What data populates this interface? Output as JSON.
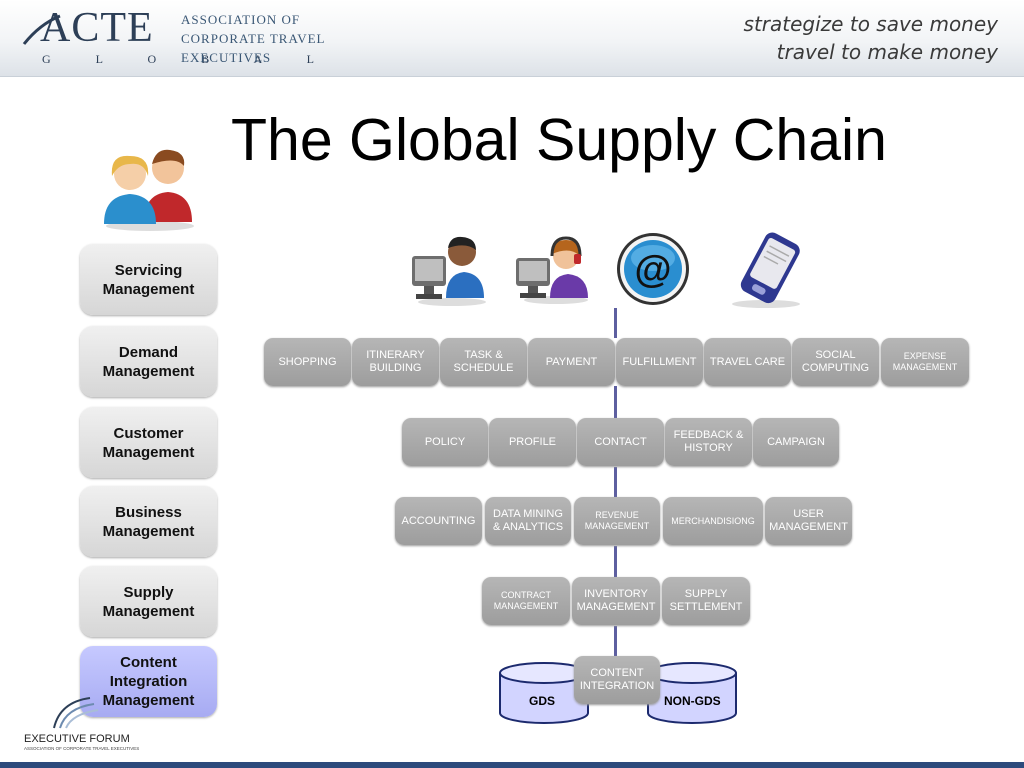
{
  "header": {
    "logo_main": "ACTE",
    "logo_sub": "G L O B A L",
    "association_lines": [
      "ASSOCIATION OF",
      "CORPORATE TRAVEL",
      "EXECUTIVES"
    ],
    "tagline_lines": [
      "strategize to save money",
      "travel to make money"
    ]
  },
  "title": "The Global Supply Chain",
  "sidebar": [
    {
      "label": "Servicing\nManagement",
      "active": false
    },
    {
      "label": "Demand\nManagement",
      "active": false
    },
    {
      "label": "Customer\nManagement",
      "active": false
    },
    {
      "label": "Business\nManagement",
      "active": false
    },
    {
      "label": "Supply\nManagement",
      "active": false
    },
    {
      "label": "Content\nIntegration\nManagement",
      "active": true
    }
  ],
  "rows": [
    [
      "SHOPPING",
      "ITINERARY\nBUILDING",
      "TASK &\nSCHEDULE",
      "PAYMENT",
      "FULFILLMENT",
      "TRAVEL CARE",
      "SOCIAL\nCOMPUTING",
      "EXPENSE\nMANAGEMENT"
    ],
    [
      "POLICY",
      "PROFILE",
      "CONTACT",
      "FEEDBACK &\nHISTORY",
      "CAMPAIGN"
    ],
    [
      "ACCOUNTING",
      "DATA MINING\n& ANALYTICS",
      "REVENUE\nMANAGEMENT",
      "MERCHANDISIONG",
      "USER\nMANAGEMENT"
    ],
    [
      "CONTRACT\nMANAGEMENT",
      "INVENTORY\nMANAGEMENT",
      "SUPPLY\nSETTLEMENT"
    ],
    [
      "CONTENT\nINTEGRATION"
    ]
  ],
  "databases": {
    "left": "GDS",
    "right": "NON-GDS"
  },
  "channel_icons": [
    "agent-computer-icon",
    "call-center-icon",
    "at-email-icon",
    "mobile-device-icon"
  ],
  "footer": {
    "name": "EXECUTIVE FORUM",
    "sub": "ASSOCIATION OF CORPORATE TRAVEL EXECUTIVES"
  },
  "colors": {
    "box": "#a6a6a6",
    "active_side": "#b7baf7",
    "connector": "#5d5fa0",
    "footer_bar": "#2c4a7c"
  }
}
